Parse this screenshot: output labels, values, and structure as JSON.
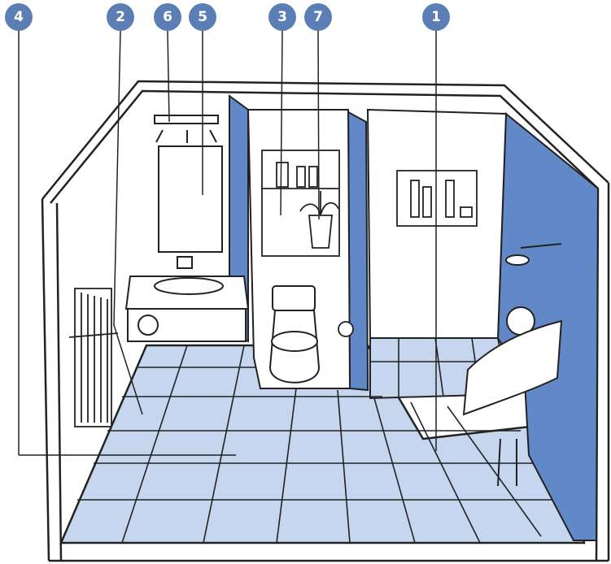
{
  "colors": {
    "marker": "#5b7fb5",
    "floor_tile": "#c5d6ee",
    "accent_wall": "#6189c7",
    "line": "#222222"
  },
  "markers": [
    {
      "label": "1",
      "feature": "shower-area-floor"
    },
    {
      "label": "2",
      "feature": "towel-rail"
    },
    {
      "label": "3",
      "feature": "niche-shelf"
    },
    {
      "label": "4",
      "feature": "floor-tiles"
    },
    {
      "label": "5",
      "feature": "mirror"
    },
    {
      "label": "6",
      "feature": "mirror-light"
    },
    {
      "label": "7",
      "feature": "potted-plant"
    }
  ]
}
